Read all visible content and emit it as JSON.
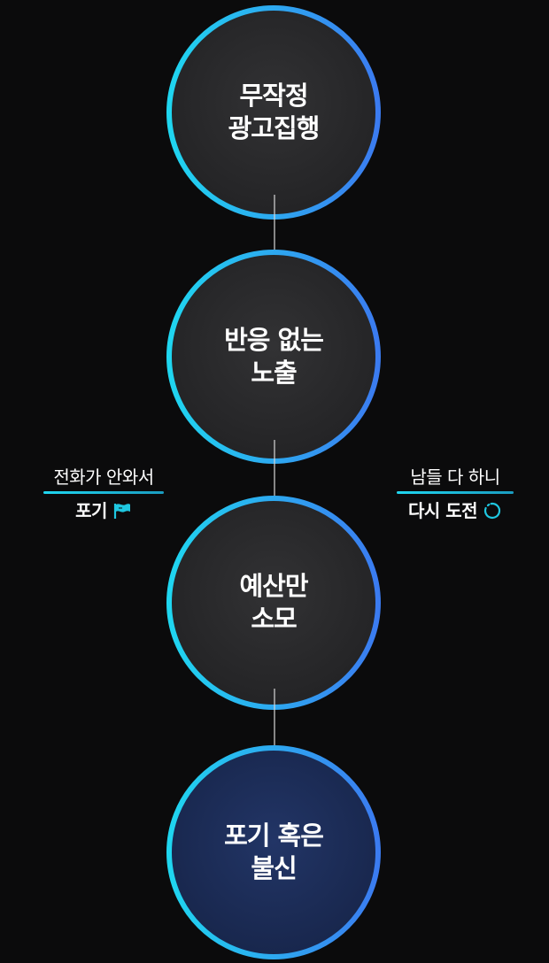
{
  "steps": [
    {
      "line1": "무작정",
      "line2": "광고집행"
    },
    {
      "line1": "반응 없는",
      "line2": "노출"
    },
    {
      "line1": "예산만",
      "line2": "소모"
    },
    {
      "line1": "포기 혹은",
      "line2": "불신"
    }
  ],
  "left_note": {
    "top": "전화가 안와서",
    "bottom": "포기",
    "icon": "flag-icon"
  },
  "right_note": {
    "top": "남들 다 하니",
    "bottom": "다시 도전",
    "icon": "refresh-icon"
  },
  "colors": {
    "background": "#0b0b0c",
    "circle_fill": "#2a2a2c",
    "final_fill": "#1c2d5a",
    "ring_start": "#1fd6f0",
    "ring_end": "#3b7bf0",
    "accent": "#1fc7e0"
  }
}
